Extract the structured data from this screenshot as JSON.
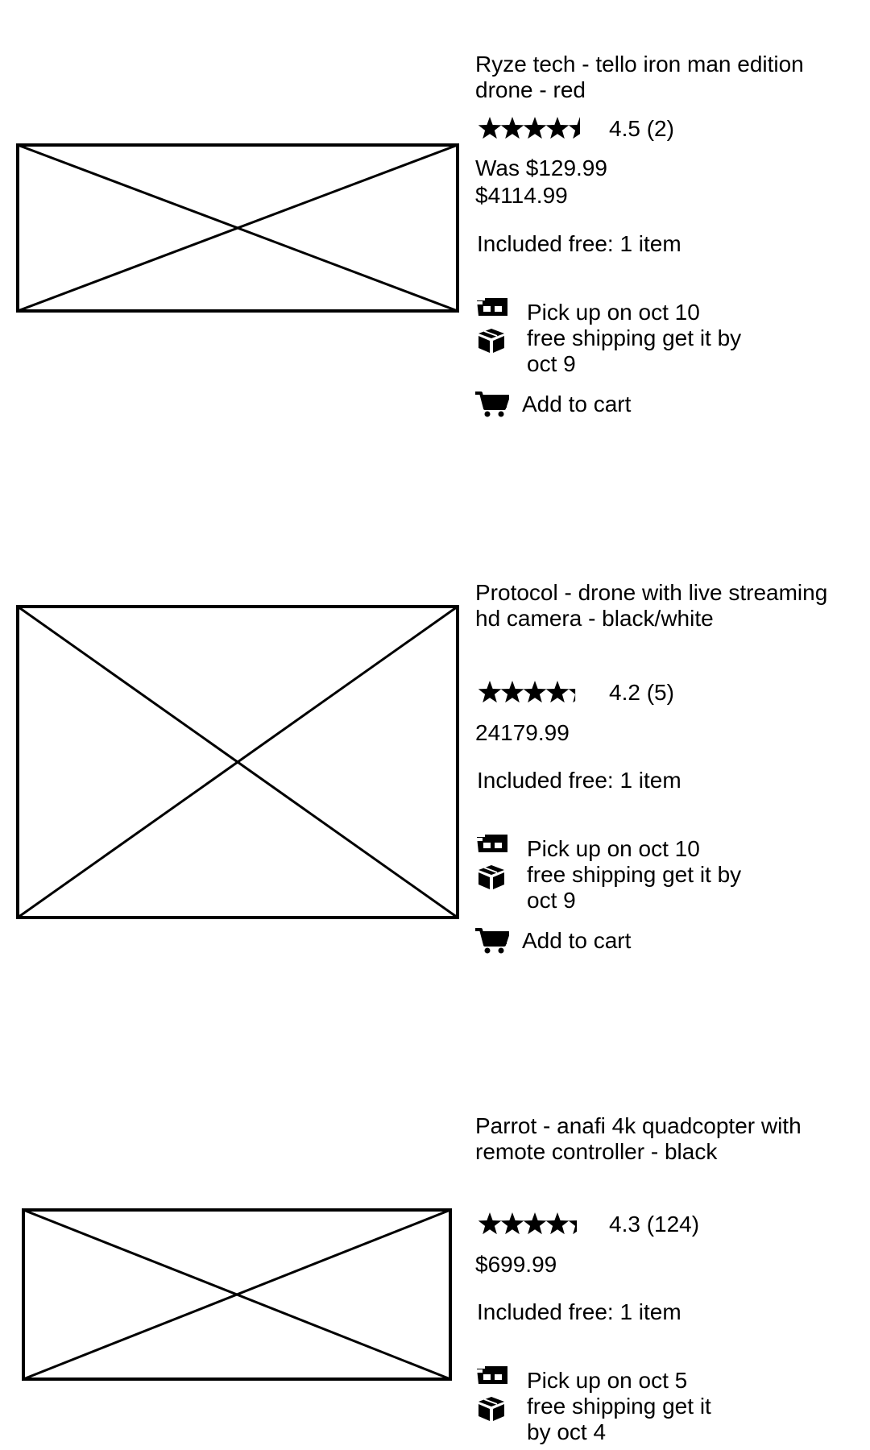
{
  "products": [
    {
      "title": "Ryze tech - tello iron man edition drone - red",
      "rating_value": 4.5,
      "rating_text": "4.5 (2)",
      "was_price": "Was $129.99",
      "price": "$4114.99",
      "included": "Included free: 1 item",
      "pickup": "Pick up on oct 10",
      "shipping": "free shipping get it by oct 9",
      "cart_label": "Add to cart"
    },
    {
      "title": "Protocol - drone with live streaming hd camera - black/white",
      "rating_value": 4.2,
      "rating_text": "4.2 (5)",
      "price": "24179.99",
      "included": "Included free: 1 item",
      "pickup": "Pick up on oct 10",
      "shipping": "free shipping get it by oct 9",
      "cart_label": "Add to cart"
    },
    {
      "title": "Parrot - anafi 4k quadcopter with remote controller - black",
      "rating_value": 4.3,
      "rating_text": "4.3 (124)",
      "price": "$699.99",
      "included": "Included free: 1 item",
      "pickup": "Pick up on oct 5",
      "shipping": "free shipping get it by oct 4"
    }
  ],
  "icons": {
    "star": "star-icon",
    "store": "store-icon",
    "package": "package-icon",
    "cart": "cart-icon",
    "image_placeholder": "image-placeholder-icon"
  }
}
